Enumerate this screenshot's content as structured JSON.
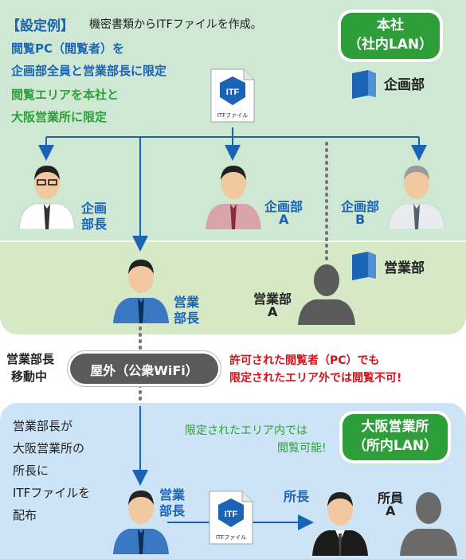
{
  "header": {
    "example_tag": "【設定例】",
    "example_text": "機密書類からITFファイルを作成。",
    "line1": "閲覧PC（閲覧者）を",
    "line2": "企画部全員と営業部長に限定",
    "line3": "閲覧エリアを本社と",
    "line4": "大阪営業所に限定"
  },
  "hq_badge": {
    "line1": "本社",
    "line2": "（社内LAN）"
  },
  "dept_kikaku": "企画部",
  "dept_eigyo": "営業部",
  "itf_doc": {
    "logo": "ITF",
    "caption": "ITFファイル"
  },
  "people": {
    "kikaku_bucho": {
      "line1": "企画",
      "line2": "部長"
    },
    "kikaku_a": {
      "line1": "企画部",
      "line2": "A"
    },
    "kikaku_b": {
      "line1": "企画部",
      "line2": "B"
    },
    "eigyo_bucho": {
      "line1": "営業",
      "line2": "部長"
    },
    "eigyo_a": {
      "line1": "営業部",
      "line2": "A"
    },
    "eigyo_bucho_2": {
      "line1": "営業",
      "line2": "部長"
    },
    "shocho": "所長",
    "shoin_a": {
      "line1": "所員",
      "line2": "A"
    }
  },
  "outdoor": {
    "left_line1": "営業部長",
    "left_line2": "移動中",
    "badge": "屋外（公衆WiFi）",
    "warn_line1": "許可された閲覧者（PC）でも",
    "warn_line2": "限定されたエリア外では閲覧不可!"
  },
  "osaka": {
    "left_line1": "営業部長が",
    "left_line2": "大阪営業所の",
    "left_line3": "所長に",
    "left_line4": "ITFファイルを",
    "left_line5": "配布",
    "ok_line1": "限定されたエリア内では",
    "ok_line2": "閲覧可能!",
    "badge_line1": "大阪営業所",
    "badge_line2": "（所内LAN）"
  },
  "colors": {
    "hq_top": "#cfe8d3",
    "hq_bottom": "#d6e9c6",
    "outdoor_badge": "#5a5a5a",
    "osaka_panel": "#cde3f6",
    "badge_green": "#2e9e3a",
    "text_blue": "#1a63b5",
    "warn_red": "#d8111a",
    "arrow_blue": "#1a63b5"
  }
}
